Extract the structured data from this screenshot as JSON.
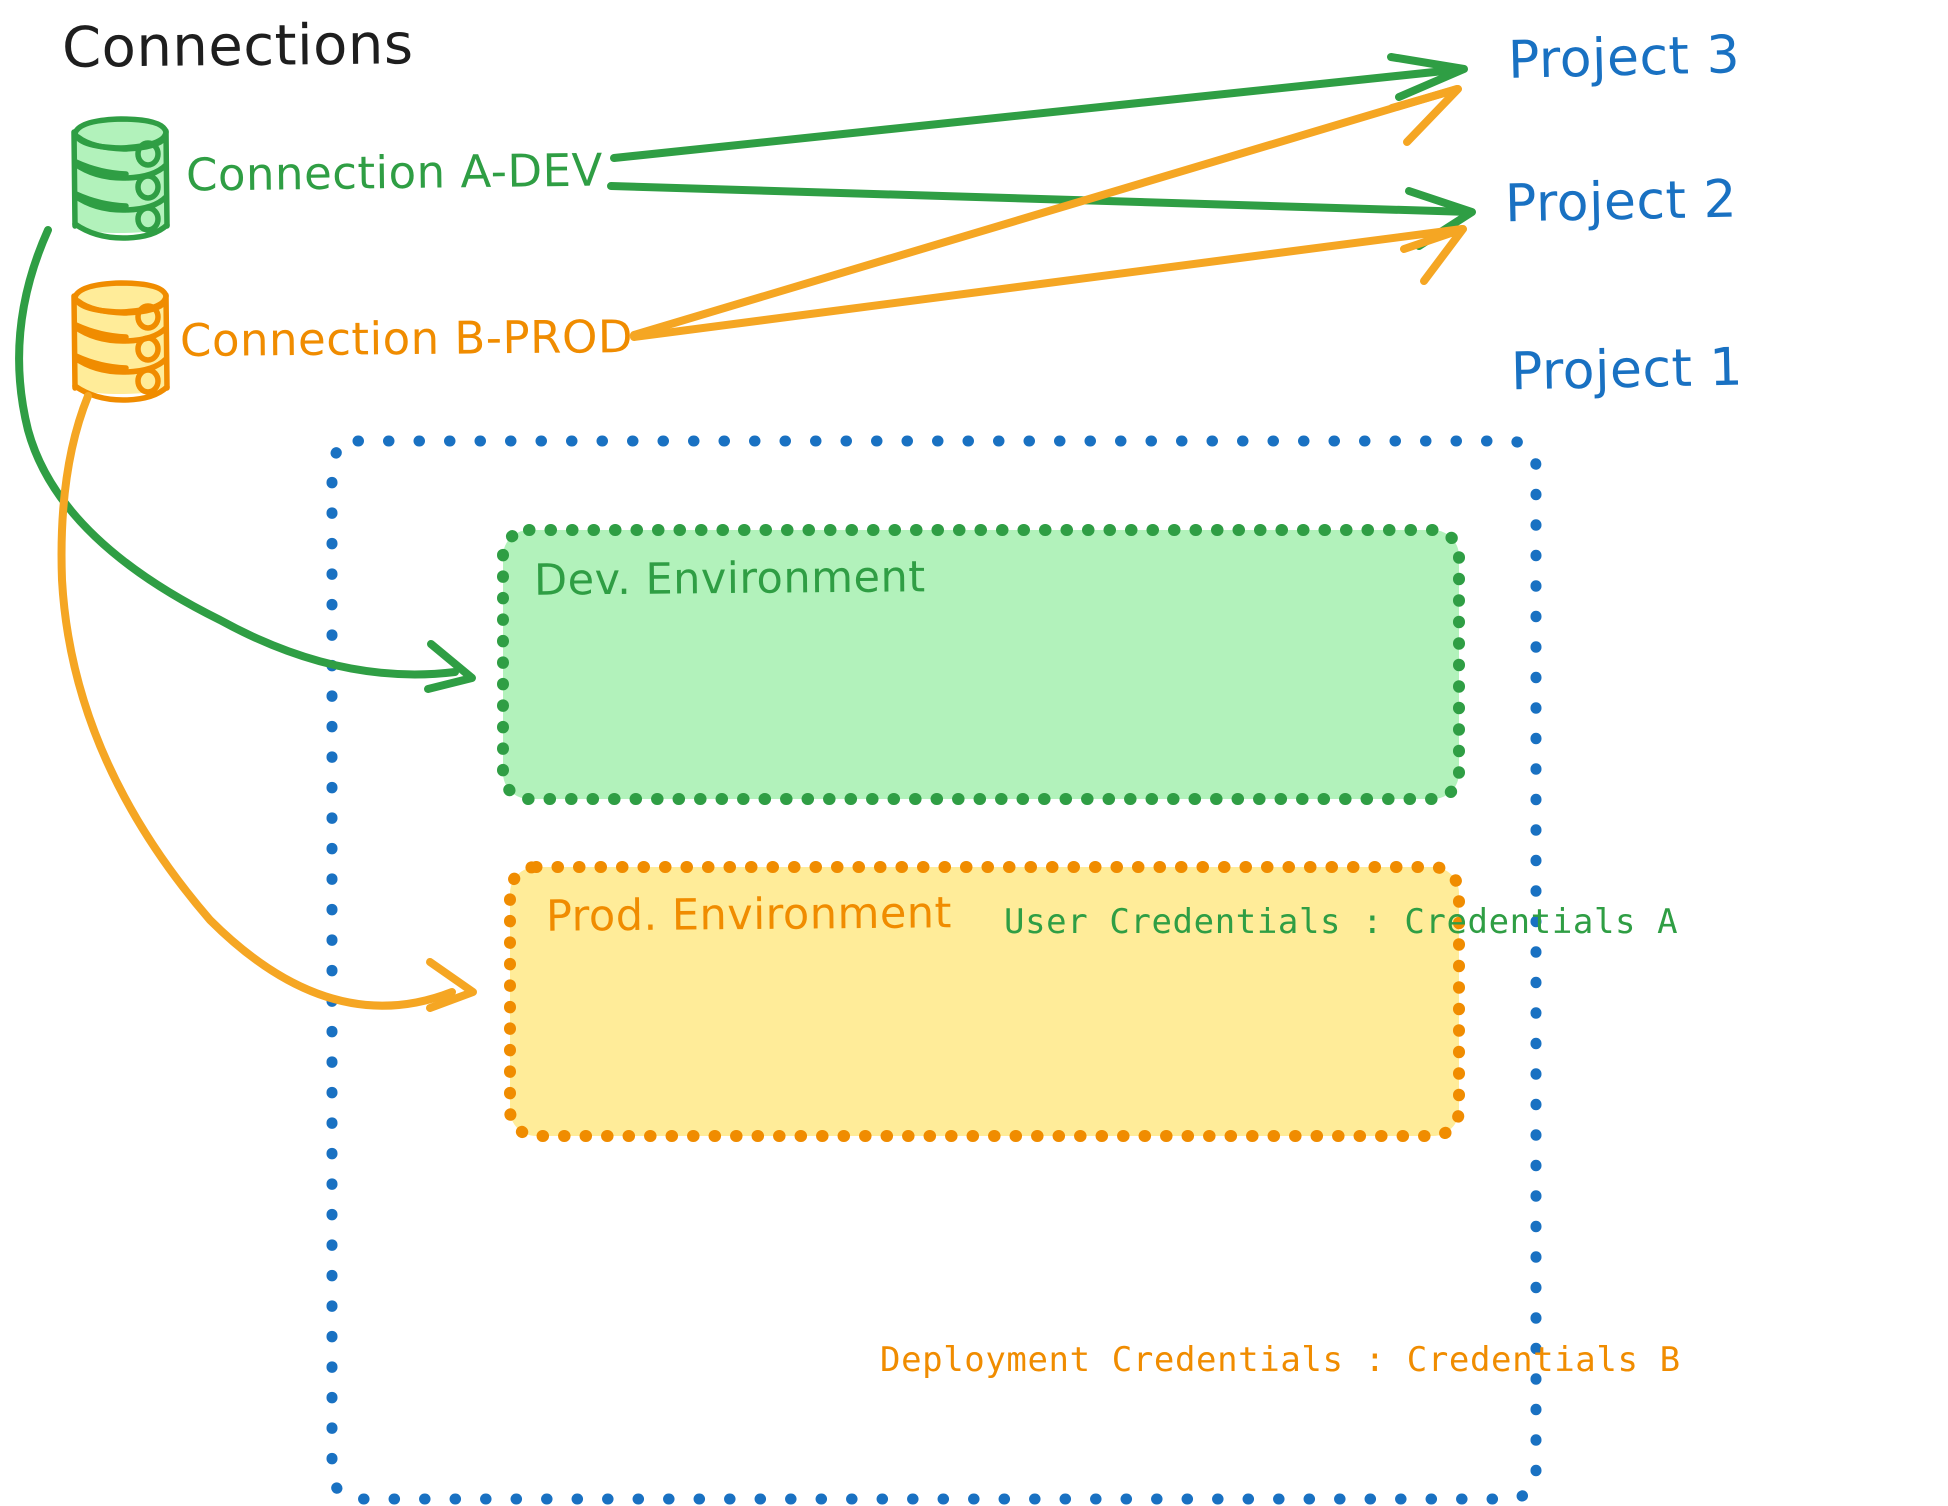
{
  "diagram": {
    "title": "Connections",
    "background": "#ffffff",
    "colors": {
      "green_stroke": "#2f9e44",
      "green_fill": "#b2f2bb",
      "orange_stroke": "#f08c00",
      "orange_fill": "#ffec99",
      "blue_stroke": "#1971c2",
      "black_text": "#1e1e1e"
    }
  },
  "connections": [
    {
      "id": "connection-a-dev",
      "label": "Connection A-DEV",
      "color": "#2f9e44",
      "icon": "database-icon",
      "targets": [
        "Project 3",
        "Project 2",
        "Dev. Environment"
      ]
    },
    {
      "id": "connection-b-prod",
      "label": "Connection B-PROD",
      "color": "#f08c00",
      "icon": "database-icon",
      "targets": [
        "Project 3",
        "Project 2",
        "Prod. Environment"
      ]
    }
  ],
  "projects": [
    {
      "id": "project-3",
      "label": "Project 3",
      "color": "#1971c2"
    },
    {
      "id": "project-2",
      "label": "Project 2",
      "color": "#1971c2"
    },
    {
      "id": "project-1",
      "label": "Project 1",
      "color": "#1971c2"
    }
  ],
  "project1": {
    "label": "Project 1",
    "border": "dotted",
    "border_color": "#1971c2",
    "environments": [
      {
        "id": "dev-environment",
        "title": "Dev. Environment",
        "credential_label": "User Credentials : Credentials A",
        "stroke": "#2f9e44",
        "fill": "#b2f2bb"
      },
      {
        "id": "prod-environment",
        "title": "Prod. Environment",
        "credential_label": "Deployment Credentials : Credentials B",
        "stroke": "#f08c00",
        "fill": "#ffec99"
      }
    ]
  },
  "edges": [
    {
      "from": "Connection A-DEV",
      "to": "Project 3",
      "color": "#2f9e44"
    },
    {
      "from": "Connection A-DEV",
      "to": "Project 2",
      "color": "#2f9e44"
    },
    {
      "from": "Connection A-DEV",
      "to": "Dev. Environment",
      "color": "#2f9e44"
    },
    {
      "from": "Connection B-PROD",
      "to": "Project 3",
      "color": "#f08c00"
    },
    {
      "from": "Connection B-PROD",
      "to": "Project 2",
      "color": "#f08c00"
    },
    {
      "from": "Connection B-PROD",
      "to": "Prod. Environment",
      "color": "#f08c00"
    }
  ]
}
